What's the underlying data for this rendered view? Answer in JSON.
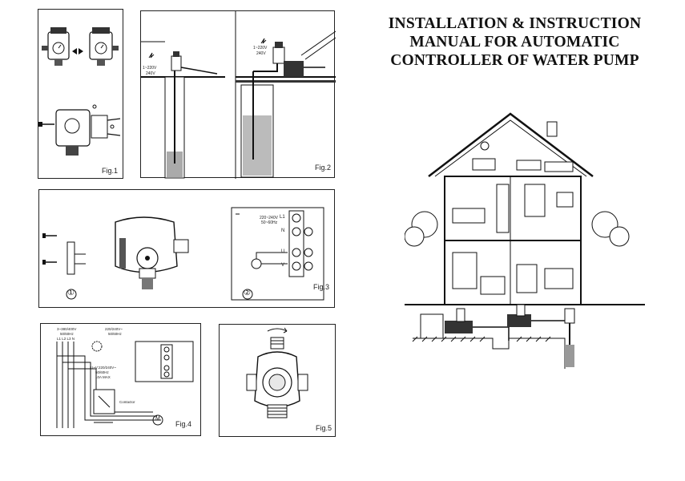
{
  "title": {
    "line1": "INSTALLATION & INSTRUCTION",
    "line2": "MANUAL FOR AUTOMATIC",
    "line3": "CONTROLLER OF WATER PUMP"
  },
  "figures": {
    "fig1": {
      "label": "Fig.1"
    },
    "fig2": {
      "label": "Fig.2",
      "voltage_left_1": "1~220V",
      "voltage_left_2": "240V",
      "voltage_right_1": "1~220V",
      "voltage_right_2": "240V"
    },
    "fig3": {
      "label": "Fig.3",
      "marker_1": "①",
      "marker_2": "②",
      "supply_1": "220~240V",
      "supply_2": "50~60Hz",
      "terminals": [
        "L1",
        "N",
        "U",
        "V"
      ]
    },
    "fig4": {
      "label": "Fig.4",
      "supply_3ph_1": "3~380/400V",
      "supply_3ph_2": "50/60Hz",
      "supply_lines": "L1 L2 L3 N",
      "supply_1ph_1": "220/240V~",
      "supply_1ph_2": "50/60Hz",
      "ctrl_1": "U~V:220/240V~",
      "ctrl_2": "50/60Hz",
      "ctrl_3": "10A   MAX",
      "contactor": "Contactor",
      "motor": "M"
    },
    "fig5": {
      "label": "Fig.5"
    }
  },
  "colors": {
    "ink": "#111111",
    "line": "#222222",
    "paper": "#ffffff",
    "water": "#9a9a9a"
  }
}
